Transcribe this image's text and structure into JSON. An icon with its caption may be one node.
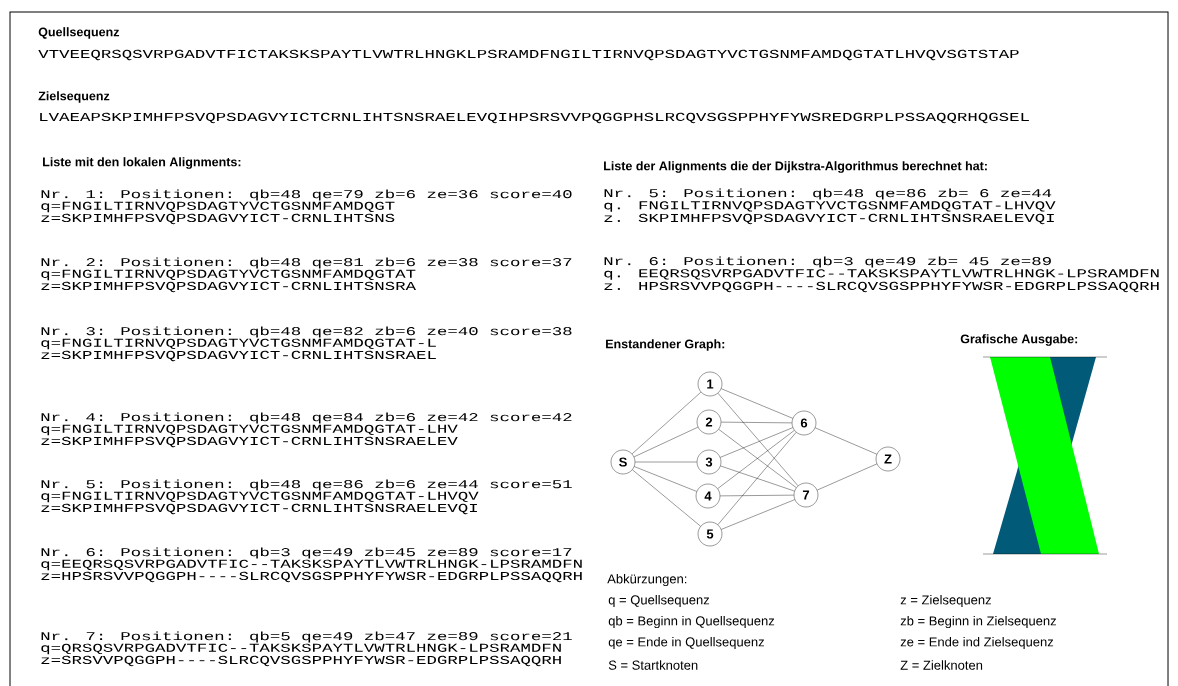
{
  "diagram": {
    "nodes": [
      {
        "text": [
          "S"
        ]
      },
      {
        "text": [
          "1"
        ]
      },
      {
        "text": [
          "2"
        ]
      },
      {
        "text": [
          "3"
        ]
      },
      {
        "text": [
          "4"
        ]
      },
      {
        "text": [
          "5"
        ]
      },
      {
        "text": [
          "6"
        ]
      },
      {
        "text": [
          "7"
        ]
      },
      {
        "text": [
          "Z"
        ]
      }
    ],
    "edges": [
      {
        "from": 0,
        "to": 1,
        "arrow": "none"
      },
      {
        "from": 0,
        "to": 2,
        "arrow": "none"
      },
      {
        "from": 0,
        "to": 3,
        "arrow": "none"
      },
      {
        "from": 0,
        "to": 4,
        "arrow": "none"
      },
      {
        "from": 0,
        "to": 5,
        "arrow": "none"
      },
      {
        "from": 1,
        "to": 6,
        "arrow": "none"
      },
      {
        "from": 1,
        "to": 7,
        "arrow": "none"
      },
      {
        "from": 2,
        "to": 6,
        "arrow": "none"
      },
      {
        "from": 2,
        "to": 7,
        "arrow": "none"
      },
      {
        "from": 3,
        "to": 6,
        "arrow": "none"
      },
      {
        "from": 3,
        "to": 7,
        "arrow": "none"
      },
      {
        "from": 4,
        "to": 6,
        "arrow": "none"
      },
      {
        "from": 4,
        "to": 7,
        "arrow": "none"
      },
      {
        "from": 5,
        "to": 6,
        "arrow": "none"
      },
      {
        "from": 5,
        "to": 7,
        "arrow": "none"
      },
      {
        "from": 6,
        "to": 8,
        "arrow": "none"
      },
      {
        "from": 7,
        "to": 8,
        "arrow": "none"
      }
    ],
    "labels": [
      "Quellsequenz",
      "VTVEEQRSQSVRPGADVTFICTAKSKSPAYTLVWTRLHNGKLPSRAMDFNGILTIRNVQPSDAGTYVCTGSNMFAMDQGTATLHVQVSGTSTAP",
      "Zielsequenz",
      "LVAEAPSKPIMHFPSVQPSDAGVYICTCRNLIHTSNSRAELEVQIHPSRSVVPQGGPHSLRCQVSGSPPHYFYWSREDGRPLPSSAQQRHQGSEL",
      "Liste mit den lokalen Alignments:",
      "Nr. 1: Positionen: qb=48 qe=79 zb=6 ze=36 score=40",
      "q=FNGILTIRNVQPSDAGTYVCTGSNMFAMDQGT",
      "z=SKPIMHFPSVQPSDAGVYICT-CRNLIHTSNS",
      "Nr. 2: Positionen: qb=48 qe=81 zb=6 ze=38 score=37",
      "q=FNGILTIRNVQPSDAGTYVCTGSNMFAMDQGTAT",
      "z=SKPIMHFPSVQPSDAGVYICT-CRNLIHTSNSRA",
      "Nr. 3: Positionen: qb=48 qe=82 zb=6 ze=40 score=38",
      "q=FNGILTIRNVQPSDAGTYVCTGSNMFAMDQGTAT-L",
      "z=SKPIMHFPSVQPSDAGVYICT-CRNLIHTSNSRAEL",
      "Nr. 4: Positionen: qb=48 qe=84 zb=6 ze=42 score=42",
      "q=FNGILTIRNVQPSDAGTYVCTGSNMFAMDQGTAT-LHV",
      "z=SKPIMHFPSVQPSDAGVYICT-CRNLIHTSNSRAELEV",
      "Nr. 5: Positionen: qb=48 qe=86 zb=6 ze=44 score=51",
      "q=FNGILTIRNVQPSDAGTYVCTGSNMFAMDQGTAT-LHVQV",
      "z=SKPIMHFPSVQPSDAGVYICT-CRNLIHTSNSRAELEVQI",
      "Nr. 6: Positionen: qb=3 qe=49 zb=45 ze=89 score=17",
      "q=EEQRSQSVRPGADVTFIC--TAKSKSPAYTLVWTRLHNGK-LPSRAMDFN",
      "z=HPSRSVVPQGGPH----SLRCQVSGSPPHYFYWSR-EDGRPLPSSAQQRH",
      "Nr. 7: Positionen: qb=5 qe=49 zb=47 ze=89 score=21",
      "q=QRSQSVRPGADVTFIC--TAKSKSPAYTLVWTRLHNGK-LPSRAMDFN",
      "z=SRSVVPQGGPH----SLRCQVSGSPPHYFYWSR-EDGRPLPSSAQQRH",
      "Liste der Alignments die der Dijkstra-Algorithmus berechnet hat:",
      "Nr. 5: Positionen: qb=48 qe=86 zb= 6 ze=44",
      "q. FNGILTIRNVQPSDAGTYVCTGSNMFAMDQGTAT-LHVQV",
      "z. SKPIMHFPSVQPSDAGVYICT-CRNLIHTSNSRAELEVQI",
      "Nr. 6: Positionen: qb=3 qe=49 zb= 45 ze=89",
      "q. EEQRSQSVRPGADVTFIC--TAKSKSPAYTLVWTRLHNGK-LPSRAMDFN",
      "z. HPSRSVVPQGGPH----SLRCQVSGSPPHYFYWSR-EDGRPLPSSAQQRH",
      "Enstandener Graph:",
      "Grafische Ausgabe:",
      "Abkürzungen:",
      "q = Quellsequenz",
      "z = Zielsequenz",
      "qb = Beginn in Quellsequenz",
      "zb = Beginn in Zielsequenz",
      "qe = Ende in Quellsequenz",
      "ze = Ende ind Zielsequenz",
      "S = Startknoten",
      "Z = Zielknoten"
    ]
  }
}
